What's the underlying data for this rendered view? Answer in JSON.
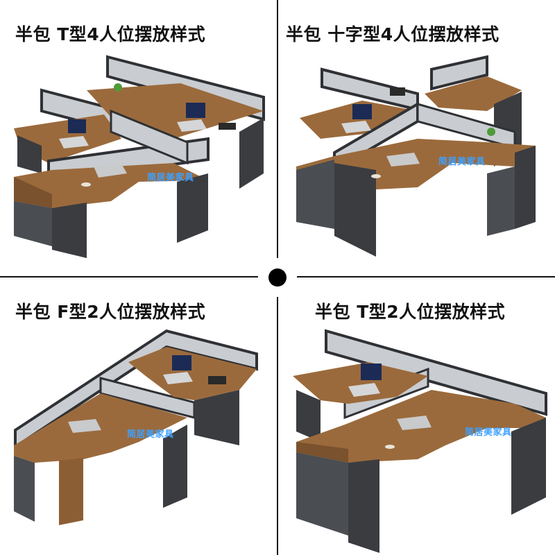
{
  "captions": {
    "top_left": "半包 T型4人位摆放样式",
    "top_right": "半包 十字型4人位摆放样式",
    "bottom_left": "半包 F型2人位摆放样式",
    "bottom_right": "半包 T型2人位摆放样式"
  },
  "watermark": "简居美家具",
  "colors": {
    "wood": "#9b6a3c",
    "wood_dark": "#7a522d",
    "cabinet": "#4a4d52",
    "cabinet_dark": "#3a3c40",
    "screen_frame": "#2f3135",
    "glass": "#c9ccd0",
    "watermark": "#3ea0ff"
  }
}
